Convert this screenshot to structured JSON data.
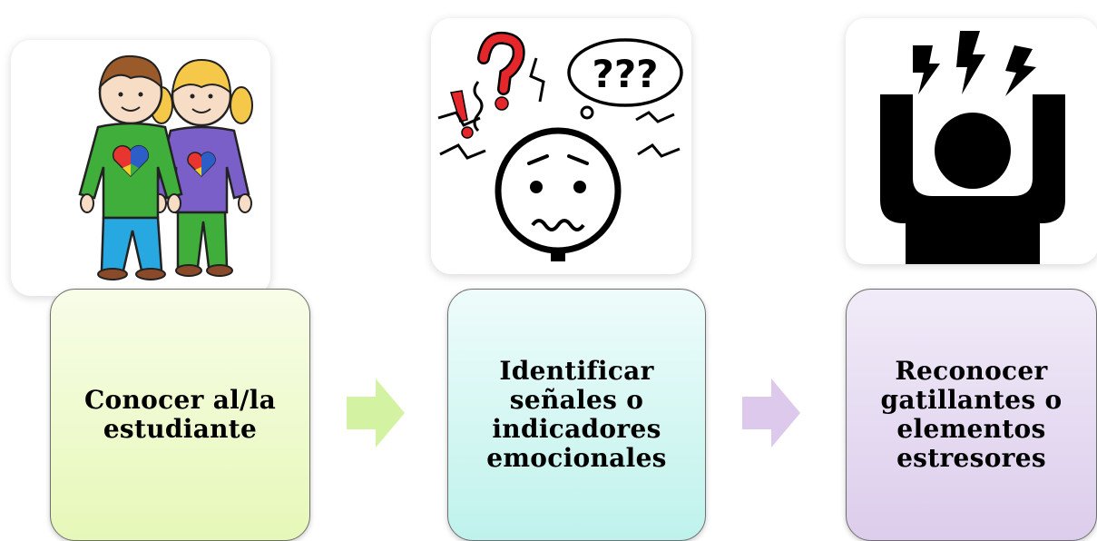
{
  "steps": [
    {
      "label": "Conocer  al/la\nestudiante",
      "fill_top": "#f8fde8",
      "fill_bottom": "#e6f8b8",
      "arrow_color": "#d3f3a3"
    },
    {
      "label": "Identificar\nseñales o\nindicadores\nemocionales",
      "fill_top": "#eefcfb",
      "fill_bottom": "#bff2ec",
      "arrow_color": "#dcc9ec"
    },
    {
      "label": "Reconocer\ngatillantes o\nelementos\nestresores",
      "fill_top": "#f1ebf8",
      "fill_bottom": "#dccdec"
    }
  ],
  "icons": [
    "two-children-autism-heart-icon",
    "stressed-confused-face-icon",
    "frustrated-person-lightning-icon"
  ]
}
